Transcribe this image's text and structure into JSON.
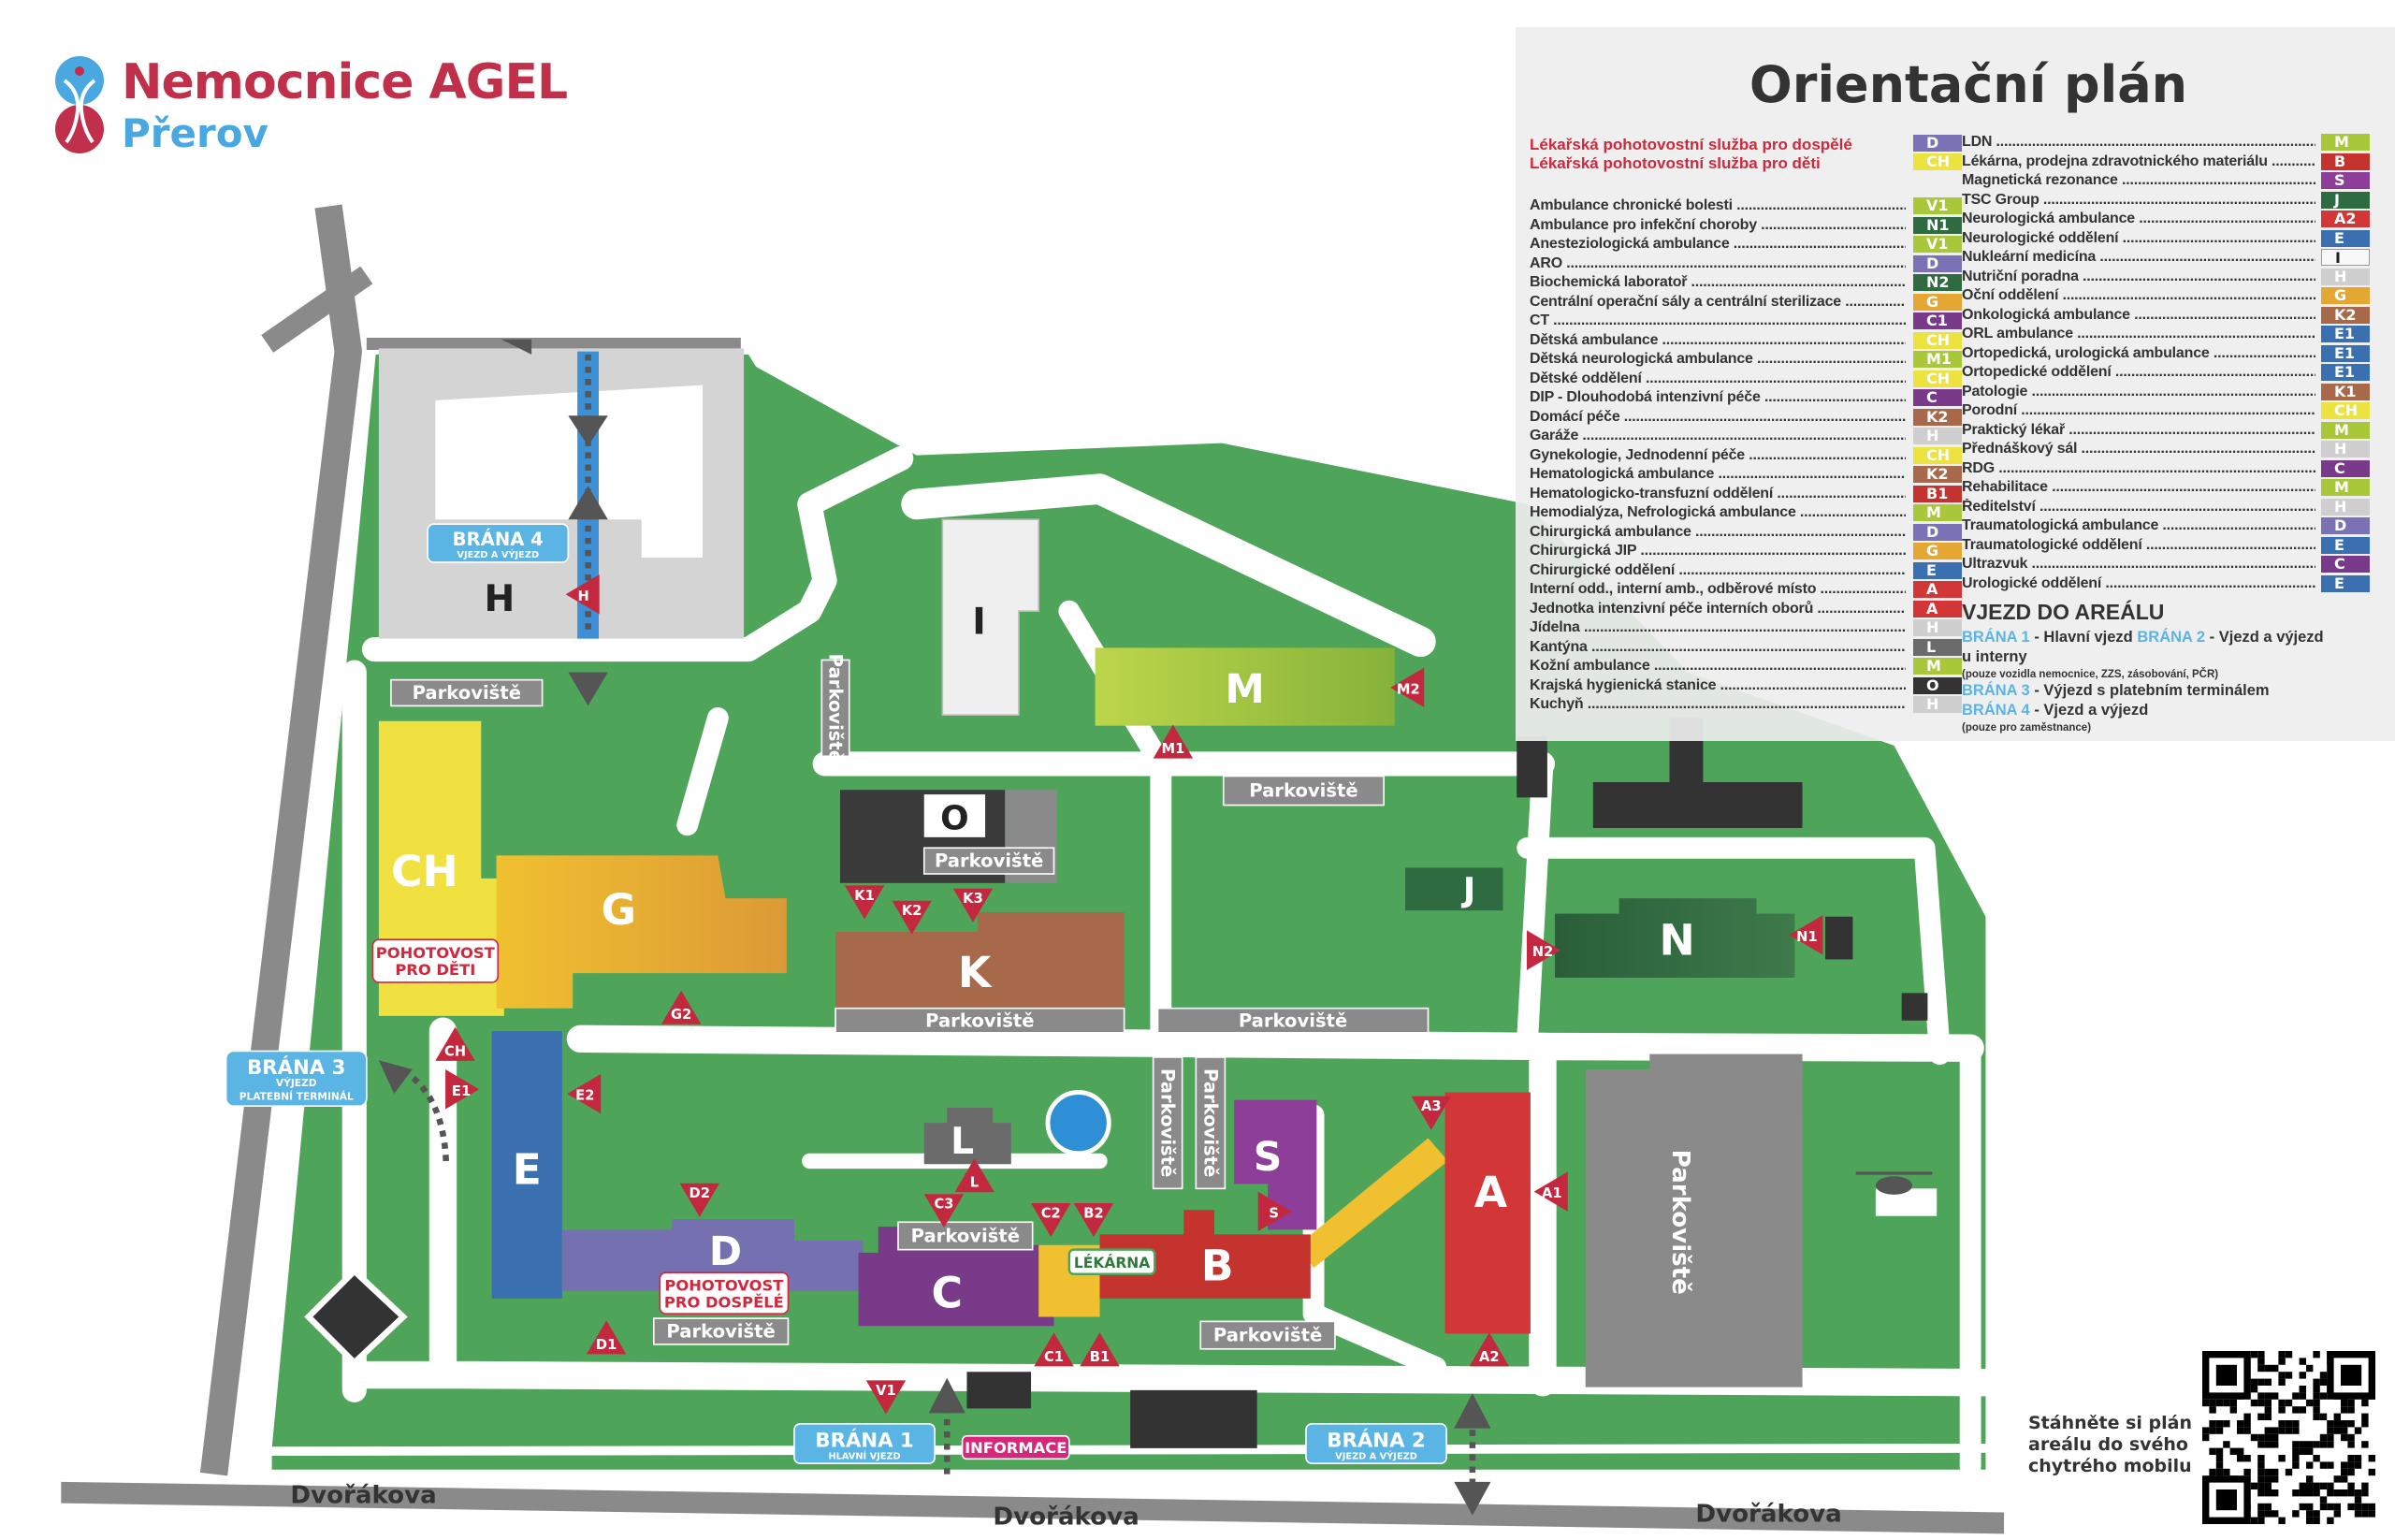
{
  "logo": {
    "name": "Nemocnice AGEL",
    "city": "Přerov"
  },
  "legend": {
    "title": "Orientační plán",
    "emergency": [
      {
        "label": "Lékařská pohotovostní služba pro dospělé",
        "code": "D",
        "color": "#7a72b4"
      },
      {
        "label": "Lékařská pohotovostní služba pro děti",
        "code": "CH",
        "color": "#ece240"
      }
    ],
    "left_items": [
      {
        "label": "Ambulance chronické bolesti",
        "code": "V1",
        "color": "#a8c83a"
      },
      {
        "label": "Ambulance pro infekční choroby",
        "code": "N1",
        "color": "#2e6b40"
      },
      {
        "label": "Anesteziologická ambulance",
        "code": "V1",
        "color": "#a8c83a"
      },
      {
        "label": "ARO",
        "code": "D",
        "color": "#7a72b4"
      },
      {
        "label": "Biochemická laboratoř",
        "code": "N2",
        "color": "#2e6b40"
      },
      {
        "label": "Centrální operační sály a centrální sterilizace",
        "code": "G",
        "color": "#e4a832"
      },
      {
        "label": "CT",
        "code": "C1",
        "color": "#7a3a8a"
      },
      {
        "label": "Dětská ambulance",
        "code": "CH",
        "color": "#ece240"
      },
      {
        "label": "Dětská neurologická ambulance",
        "code": "M1",
        "color": "#a8c83a"
      },
      {
        "label": "Dětské oddělení",
        "code": "CH",
        "color": "#ece240"
      },
      {
        "label": "DIP - Dlouhodobá intenzivní péče",
        "code": "C",
        "color": "#7a3a8a"
      },
      {
        "label": "Domácí péče",
        "code": "K2",
        "color": "#a8694a"
      },
      {
        "label": "Garáže",
        "code": "H",
        "color": "#cfcfcf"
      },
      {
        "label": "Gynekologie, Jednodenní péče",
        "code": "CH",
        "color": "#ece240"
      },
      {
        "label": "Hematologická ambulance",
        "code": "K2",
        "color": "#a8694a"
      },
      {
        "label": "Hematologicko-transfuzní oddělení",
        "code": "B1",
        "color": "#c4332e"
      },
      {
        "label": "Hemodialýza, Nefrologická ambulance",
        "code": "M",
        "color": "#a8c83a"
      },
      {
        "label": "Chirurgická ambulance",
        "code": "D",
        "color": "#7a72b4"
      },
      {
        "label": "Chirurgická JIP",
        "code": "G",
        "color": "#e4a832"
      },
      {
        "label": "Chirurgické oddělení",
        "code": "E",
        "color": "#3a6fb0"
      },
      {
        "label": "Interní odd., interní amb., odběrové místo",
        "code": "A",
        "color": "#d23636"
      },
      {
        "label": "Jednotka intenzivní péče interních oborů",
        "code": "A",
        "color": "#d23636"
      },
      {
        "label": "Jídelna",
        "code": "H",
        "color": "#cfcfcf"
      },
      {
        "label": "Kantýna",
        "code": "L",
        "color": "#6b6b6b"
      },
      {
        "label": "Kožní ambulance",
        "code": "M",
        "color": "#a8c83a"
      },
      {
        "label": "Krajská hygienická stanice",
        "code": "O",
        "color": "#333333"
      },
      {
        "label": "Kuchyň",
        "code": "H",
        "color": "#cfcfcf"
      }
    ],
    "right_items": [
      {
        "label": "LDN",
        "code": "M",
        "color": "#a8c83a"
      },
      {
        "label": "Lékárna, prodejna zdravotnického materiálu",
        "code": "B",
        "color": "#c4332e"
      },
      {
        "label": "Magnetická rezonance",
        "code": "S",
        "color": "#8c3e98"
      },
      {
        "label": "TSC Group",
        "code": "J",
        "color": "#2e6b40"
      },
      {
        "label": "Neurologická ambulance",
        "code": "A2",
        "color": "#d23636"
      },
      {
        "label": "Neurologické oddělení",
        "code": "E",
        "color": "#3a6fb0"
      },
      {
        "label": "Nukleární medicína",
        "code": "I",
        "color": "#f8f8f8"
      },
      {
        "label": "Nutriční poradna",
        "code": "H",
        "color": "#cfcfcf"
      },
      {
        "label": "Oční oddělení",
        "code": "G",
        "color": "#e4a832"
      },
      {
        "label": "Onkologická ambulance",
        "code": "K2",
        "color": "#a8694a"
      },
      {
        "label": "ORL ambulance",
        "code": "E1",
        "color": "#3a6fb0"
      },
      {
        "label": "Ortopedická, urologická ambulance",
        "code": "E1",
        "color": "#3a6fb0"
      },
      {
        "label": "Ortopedické oddělení",
        "code": "E1",
        "color": "#3a6fb0"
      },
      {
        "label": "Patologie",
        "code": "K1",
        "color": "#a8694a"
      },
      {
        "label": "Porodní",
        "code": "CH",
        "color": "#ece240"
      },
      {
        "label": "Praktický lékař",
        "code": "M",
        "color": "#a8c83a"
      },
      {
        "label": "Přednáškový sál",
        "code": "H",
        "color": "#cfcfcf"
      },
      {
        "label": "RDG",
        "code": "C",
        "color": "#7a3a8a"
      },
      {
        "label": "Rehabilitace",
        "code": "M",
        "color": "#a8c83a"
      },
      {
        "label": "Ředitelství",
        "code": "H",
        "color": "#cfcfcf"
      },
      {
        "label": "Traumatologická ambulance",
        "code": "D",
        "color": "#7a72b4"
      },
      {
        "label": "Traumatologické oddělení",
        "code": "E",
        "color": "#3a6fb0"
      },
      {
        "label": "Ultrazvuk",
        "code": "C",
        "color": "#7a3a8a"
      },
      {
        "label": "Urologické oddělení",
        "code": "E",
        "color": "#3a6fb0"
      }
    ],
    "entry": {
      "heading": "VJEZD DO AREÁLU",
      "gate1": "BRÁNA 1",
      "gate1_text": " - Hlavní vjezd ",
      "gate2": "BRÁNA 2",
      "gate2_text": " - Vjezd a výjezd u interny",
      "gate2_note": "(pouze vozidla nemocnice, ZZS, zásobování, PČR)",
      "gate3": "BRÁNA 3",
      "gate3_text": " - Výjezd s platebním terminálem",
      "gate4": "BRÁNA 4",
      "gate4_text": " - Vjezd a výjezd",
      "gate4_note": "(pouze pro zaměstnance)"
    }
  },
  "qr": {
    "text": "Stáhněte si plán areálu do svého chytrého mobilu"
  },
  "map": {
    "buildings": {
      "H": "H",
      "I": "I",
      "M": "M",
      "O": "O",
      "CH": "CH",
      "G": "G",
      "K": "K",
      "J": "J",
      "N": "N",
      "E": "E",
      "D": "D",
      "C": "C",
      "B": "B",
      "S": "S",
      "A": "A",
      "L": "L"
    },
    "parking": "Parkoviště",
    "streets": [
      "Dvořákova",
      "Dvořákova",
      "Dvořákova"
    ],
    "gates": [
      {
        "title": "BRÁNA 1",
        "sub": "HLAVNÍ VJEZD"
      },
      {
        "title": "BRÁNA 2",
        "sub": "VJEZD A VÝJEZD"
      },
      {
        "title": "BRÁNA 3",
        "sub": "VÝJEZD",
        "sub2": "PLATEBNÍ TERMINÁL"
      },
      {
        "title": "BRÁNA 4",
        "sub": "VJEZD A VÝJEZD"
      }
    ],
    "informace": "INFORMACE",
    "lekarna": "LÉKÁRNA",
    "er_kids": [
      "POHOTOVOST",
      "PRO DĚTI"
    ],
    "er_adults": [
      "POHOTOVOST",
      "PRO DOSPĚLÉ"
    ],
    "entrances": [
      "K1",
      "K2",
      "K3",
      "G2",
      "CH",
      "E1",
      "E2",
      "D2",
      "D1",
      "C3",
      "L",
      "C2",
      "B2",
      "C1",
      "B1",
      "S",
      "A3",
      "A1",
      "A2",
      "M1",
      "M2",
      "N2",
      "N1",
      "H",
      "V1"
    ]
  },
  "colors": {
    "green": "#4ea55a",
    "road": "#8a8a8a",
    "marker": "#c4283e",
    "gate": "#5ab4e4"
  }
}
